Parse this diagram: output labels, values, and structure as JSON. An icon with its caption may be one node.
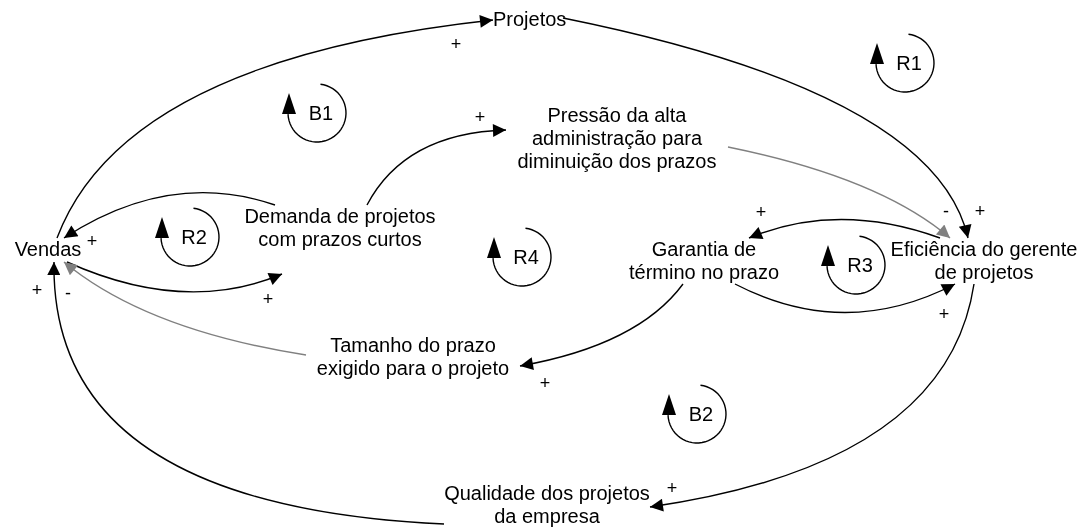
{
  "diagram": {
    "nodes": [
      {
        "text": [
          "Projetos"
        ]
      },
      {
        "text": [
          "Pressão da alta administração para diminuição dos prazos"
        ]
      },
      {
        "text": [
          "Vendas"
        ]
      },
      {
        "text": [
          "Demanda de projetos com prazos curtos"
        ]
      },
      {
        "text": [
          "Garantia de término no prazo"
        ]
      },
      {
        "text": [
          "Eficiência do gerente de projetos"
        ]
      },
      {
        "text": [
          "Tamanho do prazo exigido para o projeto"
        ]
      },
      {
        "text": [
          "Qualidade dos projetos da empresa"
        ]
      }
    ],
    "edges": [
      {
        "from": 2,
        "to": 0,
        "arrow": "to",
        "label": "+"
      },
      {
        "from": 0,
        "to": 5,
        "arrow": "to",
        "label": "+"
      },
      {
        "from": 1,
        "to": 5,
        "arrow": "to",
        "label": "-",
        "color": "#808080"
      },
      {
        "from": 3,
        "to": 2,
        "arrow": "to",
        "label": "+"
      },
      {
        "from": 2,
        "to": 3,
        "arrow": "to",
        "label": "+"
      },
      {
        "from": 3,
        "to": 1,
        "arrow": "to",
        "label": "+"
      },
      {
        "from": 5,
        "to": 4,
        "arrow": "to",
        "label": "+"
      },
      {
        "from": 4,
        "to": 5,
        "arrow": "to",
        "label": "+"
      },
      {
        "from": 4,
        "to": 6,
        "arrow": "to",
        "label": "+"
      },
      {
        "from": 6,
        "to": 2,
        "arrow": "to",
        "label": "-",
        "color": "#808080"
      },
      {
        "from": 5,
        "to": 7,
        "arrow": "to",
        "label": "+"
      },
      {
        "from": 7,
        "to": 2,
        "arrow": "to",
        "label": "+"
      }
    ],
    "labels": [
      "R1",
      "B1",
      "R2",
      "R4",
      "R3",
      "B2"
    ]
  }
}
